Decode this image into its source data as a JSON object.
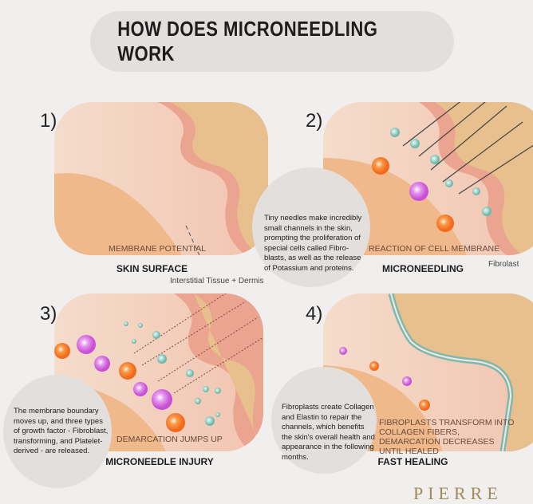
{
  "title": "HOW DOES MICRONEEDLING WORK",
  "colors": {
    "skin_light": "#f3d2c0",
    "skin_mid": "#efb98c",
    "membrane": "#eba48f",
    "tan": "#e8c08e",
    "orange_cell": "#f47a28",
    "purple_cell": "#d86be0",
    "teal_cell": "#88c9bd",
    "bubble": "#e2dfdd"
  },
  "panels": [
    {
      "number": "1)",
      "caption": "SKIN SURFACE",
      "inner_label": "MEMBRANE POTENTIAL",
      "annotation": "Interstitial Tissue + Dermis"
    },
    {
      "number": "2)",
      "caption": "MICRONEEDLING",
      "inner_label": "REACTION OF CELL MEMBRANE",
      "annotation": "Fibrolast",
      "bubble_text": "Tiny needles make incredibly small channels in the skin, prompting the proliferation of special cells called Fibro-blasts, as well as the release of Potassium and proteins."
    },
    {
      "number": "3)",
      "caption": "MICRONEEDLE INJURY",
      "inner_label": "DEMARCATION JUMPS UP",
      "bubble_text": "The membrane boundary moves up, and three types of growth factor - Fibroblast, transforming, and Platelet-derived - are released."
    },
    {
      "number": "4)",
      "caption": "FAST HEALING",
      "inner_label": "FIBROPLASTS TRANSFORM INTO COLLAGEN FIBERS, DEMARCATION DECREASES UNTIL HEALED",
      "bubble_text": "Fibroplasts create Collagen and Elastin to repair the channels, which benefits the skin's overall health and appearance in the following months."
    }
  ],
  "logo_text": "PIERRE"
}
